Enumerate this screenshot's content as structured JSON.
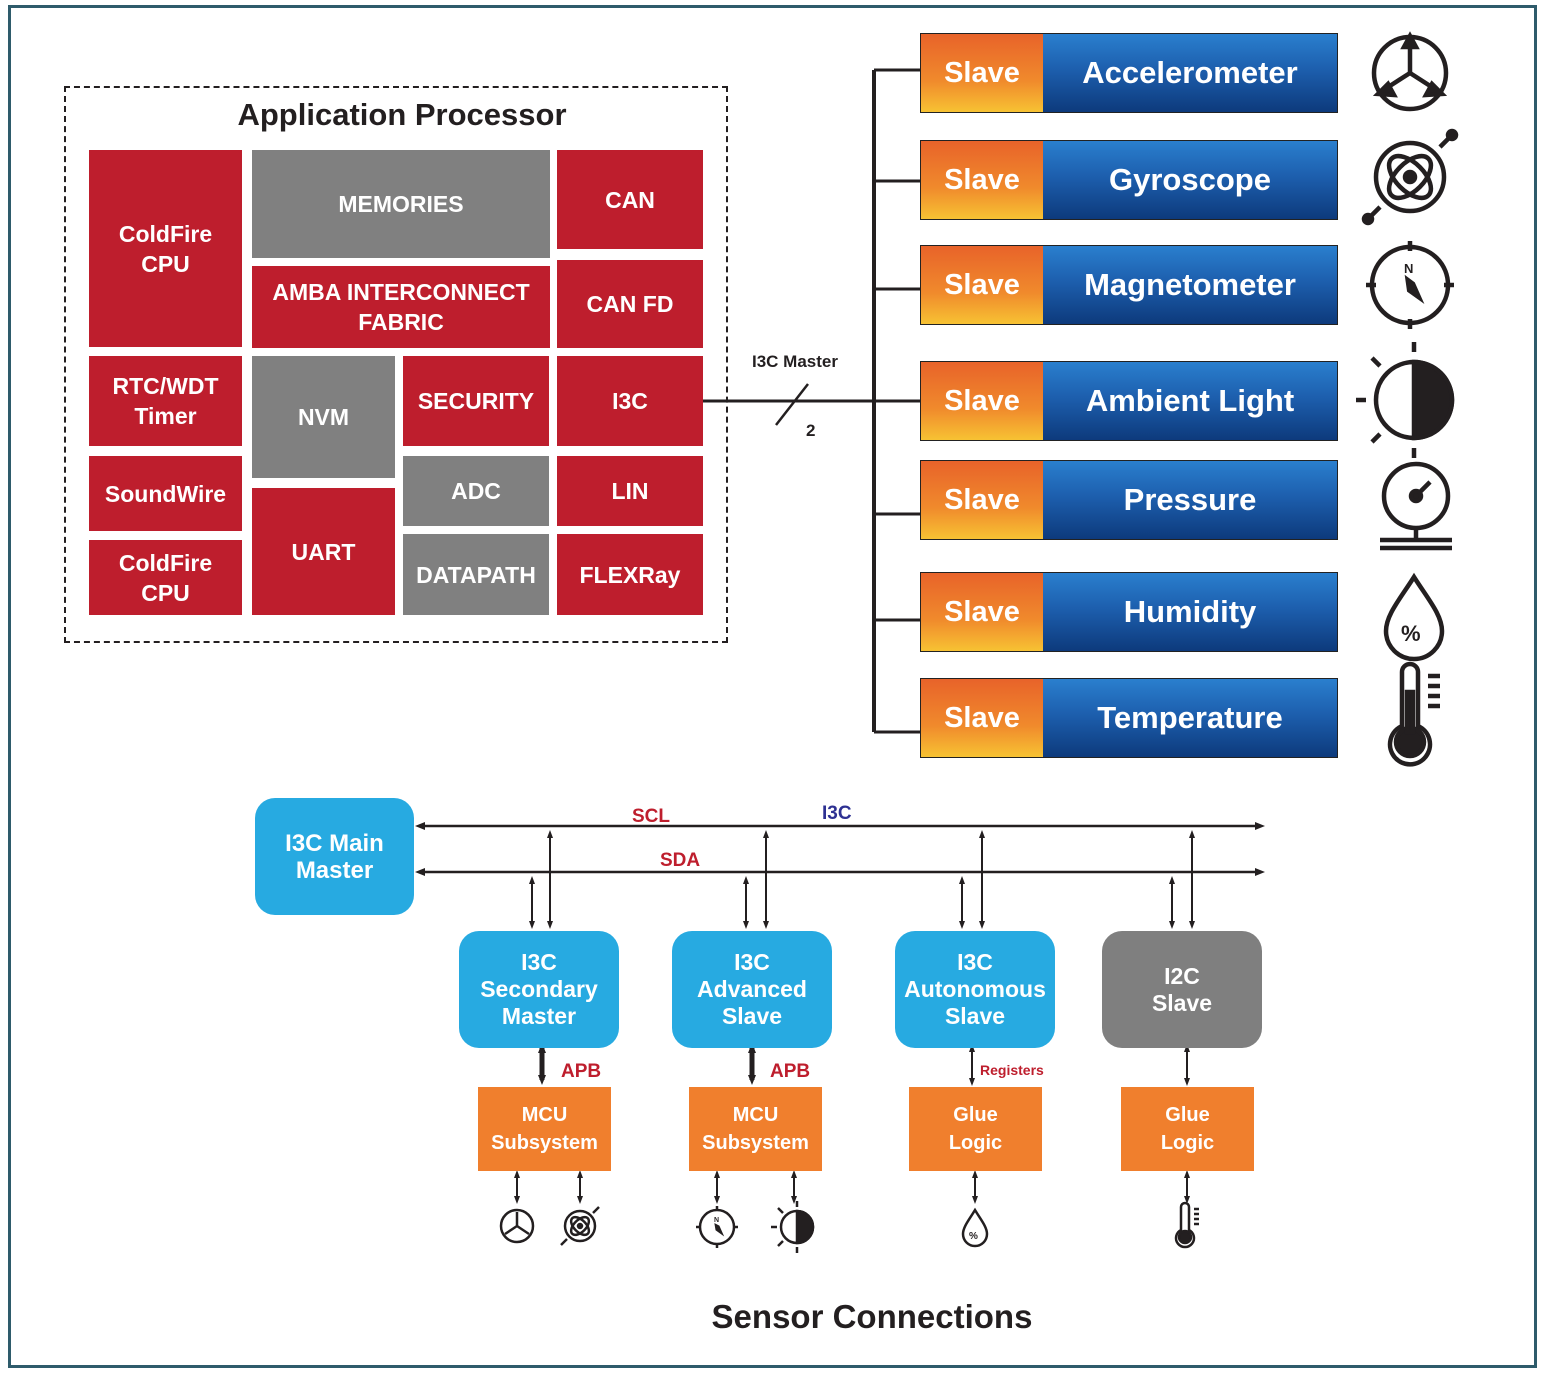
{
  "app_processor": {
    "title": "Application Processor",
    "blocks": {
      "coldfire_cpu_top": "ColdFire\nCPU",
      "memories": "MEMORIES",
      "can": "CAN",
      "amba": "AMBA INTERCONNECT\nFABRIC",
      "can_fd": "CAN FD",
      "rtc_wdt": "RTC/WDT\nTimer",
      "nvm": "NVM",
      "security": "SECURITY",
      "i3c": "I3C",
      "soundwire": "SoundWire",
      "adc": "ADC",
      "lin": "LIN",
      "coldfire_cpu_bottom": "ColdFire\nCPU",
      "uart": "UART",
      "datapath": "DATAPATH",
      "flexray": "FLEXRay"
    }
  },
  "bus": {
    "master_label": "I3C Master",
    "width_label": "2"
  },
  "sensors": [
    {
      "slave": "Slave",
      "name": "Accelerometer",
      "icon": "accelerometer-icon"
    },
    {
      "slave": "Slave",
      "name": "Gyroscope",
      "icon": "gyroscope-icon"
    },
    {
      "slave": "Slave",
      "name": "Magnetometer",
      "icon": "compass-icon"
    },
    {
      "slave": "Slave",
      "name": "Ambient Light",
      "icon": "ambient-light-icon"
    },
    {
      "slave": "Slave",
      "name": "Pressure",
      "icon": "pressure-gauge-icon"
    },
    {
      "slave": "Slave",
      "name": "Humidity",
      "icon": "humidity-drop-icon"
    },
    {
      "slave": "Slave",
      "name": "Temperature",
      "icon": "thermometer-icon"
    }
  ],
  "bottom": {
    "main_master": "I3C Main\nMaster",
    "scl": "SCL",
    "i3c": "I3C",
    "sda": "SDA",
    "nodes": [
      {
        "name": "I3C\nSecondary\nMaster",
        "link": "APB",
        "sub": "MCU\nSubsystem"
      },
      {
        "name": "I3C\nAdvanced\nSlave",
        "link": "APB",
        "sub": "MCU\nSubsystem"
      },
      {
        "name": "I3C\nAutonomous\nSlave",
        "link": "Registers",
        "sub": "Glue\nLogic"
      },
      {
        "name": "I2C\nSlave",
        "link": "",
        "sub": "Glue\nLogic"
      }
    ],
    "footer": "Sensor Connections"
  },
  "colors": {
    "red_block": "#be1e2d",
    "gray_block": "#808080",
    "cyan_node": "#27aae1",
    "orange_sub": "#f07f2d",
    "label_red": "#be1e2d",
    "label_blue": "#2e3192"
  }
}
